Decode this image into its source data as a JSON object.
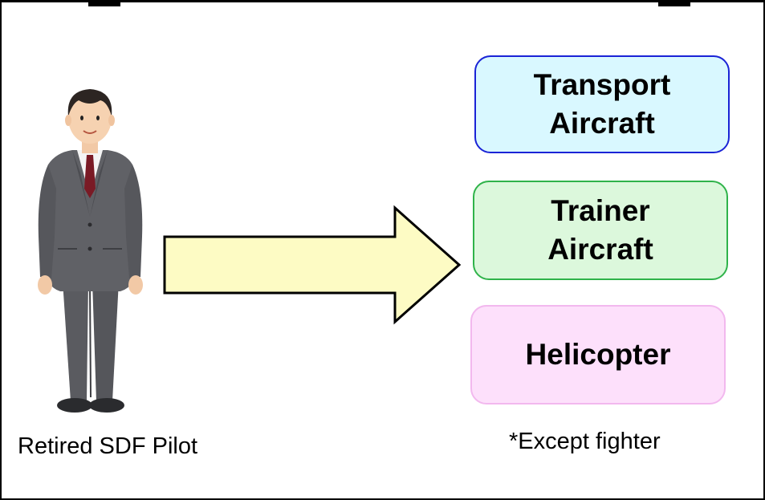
{
  "person": {
    "caption": "Retired SDF Pilot"
  },
  "boxes": [
    {
      "line1": "Transport",
      "line2": "Aircraft"
    },
    {
      "line1": "Trainer",
      "line2": "Aircraft"
    },
    {
      "line1": "Helicopter"
    }
  ],
  "note": "*Except fighter",
  "colors": {
    "arrow_fill": "#fdfbc4",
    "transport_fill": "#d9f8ff",
    "transport_border": "#1a23d6",
    "trainer_fill": "#dcf8dc",
    "trainer_border": "#2fb34a",
    "heli_fill": "#fde0fb",
    "heli_border": "#f2b8ee"
  }
}
